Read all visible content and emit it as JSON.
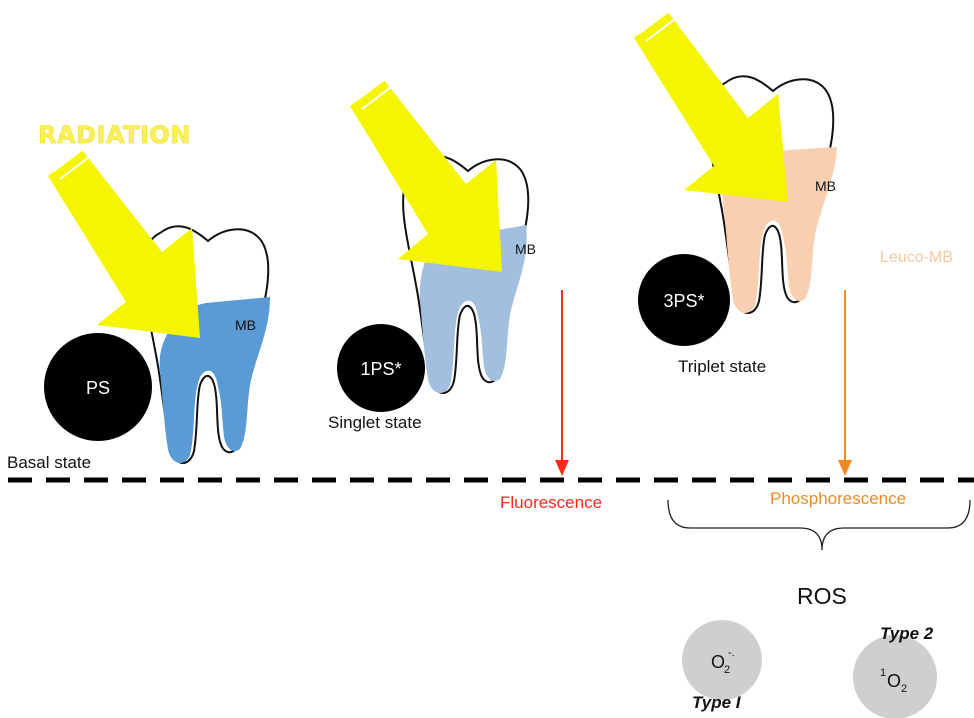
{
  "labels": {
    "radiation": "RADIATION",
    "ps": "PS",
    "mb1": "MB",
    "basal": "Basal state",
    "ps1": "1PS*",
    "mb2": "MB",
    "singlet": "Singlet state",
    "fluorescence": "Fluorescence",
    "ps3": "3PS*",
    "mb3": "MB",
    "leuco": "Leuco-MB",
    "triplet": "Triplet state",
    "phosphorescence": "Phosphorescence",
    "ros": "ROS",
    "type2": "Type 2",
    "type1": "Type I",
    "o2_base": "O",
    "o2_sub": "2",
    "o2_sup": "-.",
    "singlet_o2_sup": "1",
    "singlet_o2_base": "O",
    "singlet_o2_sub": "2"
  },
  "colors": {
    "arrow_yellow": "#f5f500",
    "tooth1_fill": "#5b9bd5",
    "tooth2_fill": "#a3bfe0",
    "tooth3_fill": "#f8cfb0",
    "fluorescence": "#ff2a1a",
    "phosphorescence": "#f08a24",
    "leuco": "#f5c8a0",
    "radiation_text": "#f8f060",
    "ros_circle": "#cfcfcf"
  }
}
